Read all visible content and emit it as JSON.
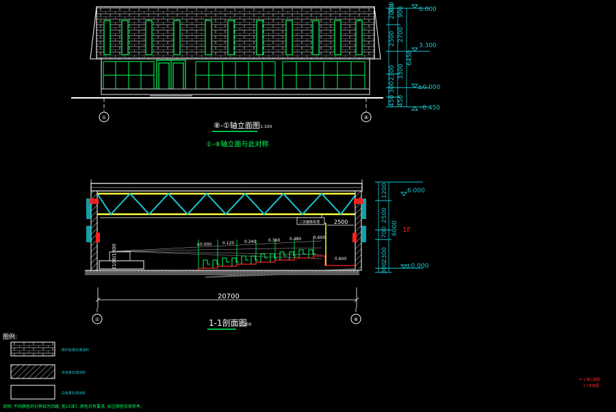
{
  "elevation": {
    "title": "⑧-①轴立面图",
    "scale": "1:100",
    "note": "①-⑧轴立面与此对称",
    "axis_left": "①",
    "axis_right": "⑧",
    "levels": [
      "6.000",
      "3.300",
      "±0.000",
      "-0.450"
    ],
    "dims_inner": [
      "300",
      "2000",
      "2500",
      "2300",
      "300",
      "450"
    ],
    "dims_mid": [
      "900",
      "2700",
      "3300",
      "450"
    ],
    "dims_outer": [
      "6450"
    ]
  },
  "section": {
    "title": "1-1剖面图",
    "scale": "1:100",
    "axis_left": "①",
    "axis_right": "⑧",
    "span": "20700",
    "span_top": "2500",
    "floor_label": "1F",
    "callout": "二次装修吊顶",
    "side_dim": "2100/1800",
    "step_levels": [
      "±0.000",
      "0.120",
      "0.240",
      "0.360",
      "0.480",
      "0.600"
    ],
    "platform_level": "0.600",
    "levels": [
      "6.000",
      "±0.000"
    ],
    "dims_inner": [
      "1200",
      "2500",
      "700",
      "2300",
      "300"
    ],
    "dims_outer": [
      "6000"
    ]
  },
  "legend": {
    "title": "图例:",
    "items": [
      {
        "label": "砖红色真石漆涂料"
      },
      {
        "label": "灰色真石漆涂料"
      },
      {
        "label": "白色真石漆涂料"
      }
    ],
    "footnote": "说明: 不同颜色的分界线为凹缝, 宽15深7, 颜色另有要求, 标注颜色仅供参考。"
  },
  "stamp": {
    "line1": "⑧-①轴立面图",
    "line2": "1-1剖面图"
  },
  "colors": {
    "bg": "#000000",
    "line": "#ffffff",
    "green": "#00ff5a",
    "cyan": "#19c8d2",
    "yellow": "#ffff3c",
    "red": "#ff2020",
    "gray": "#9a9a9a"
  }
}
